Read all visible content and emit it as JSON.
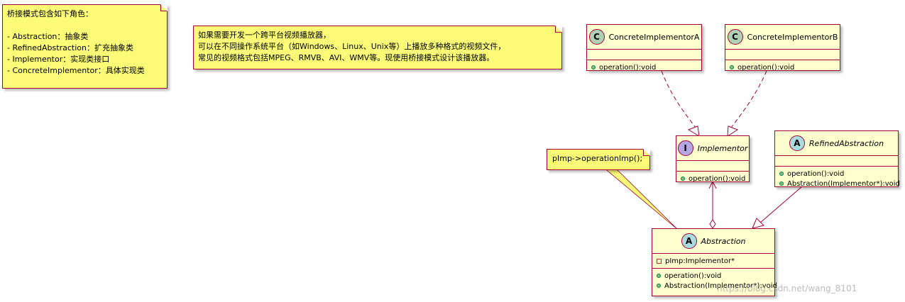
{
  "notes": {
    "roles": {
      "lines": [
        "桥接模式包含如下角色：",
        "",
        "- Abstraction：抽象类",
        "- RefinedAbstraction：扩充抽象类",
        "- Implementor：实现类接口",
        "- ConcreteImplementor：具体实现类"
      ]
    },
    "scenario": {
      "lines": [
        "如果需要开发一个跨平台视频播放器，",
        "可以在不同操作系统平台（如Windows、Linux、Unix等）上播放多种格式的视频文件，",
        "常见的视频格式包括MPEG、RMVB、AVI、WMV等。现使用桥接模式设计该播放器。"
      ]
    },
    "impl_call": {
      "lines": [
        "pImp->operationImp();"
      ]
    }
  },
  "classes": {
    "concrete_a": {
      "stereotype": "C",
      "name": "ConcreteImplementorA",
      "italic": false,
      "fields": [],
      "methods": [
        "operation():void"
      ]
    },
    "concrete_b": {
      "stereotype": "C",
      "name": "ConcreteImplementorB",
      "italic": false,
      "fields": [],
      "methods": [
        "operation():void"
      ]
    },
    "implementor": {
      "stereotype": "I",
      "name": "Implementor",
      "italic": true,
      "fields": [],
      "methods": [
        "operation():void"
      ]
    },
    "refined": {
      "stereotype": "A",
      "name": "RefinedAbstraction",
      "italic": true,
      "fields": [],
      "methods": [
        "operation():void",
        "Abstraction(Implementor*):void"
      ]
    },
    "abstraction": {
      "stereotype": "A",
      "name": "Abstraction",
      "italic": true,
      "fields": [
        "pImp:Implementor*"
      ],
      "methods": [
        "operation():void",
        "Abstraction(Implementor*):void"
      ]
    }
  },
  "relations": [
    {
      "from": "concrete_a",
      "to": "implementor",
      "kind": "realization"
    },
    {
      "from": "concrete_b",
      "to": "implementor",
      "kind": "realization"
    },
    {
      "from": "refined",
      "to": "abstraction",
      "kind": "generalization"
    },
    {
      "from": "abstraction",
      "to": "implementor",
      "kind": "aggregation"
    }
  ],
  "colors": {
    "border": "#a80036",
    "note_fill": "#fbfb77",
    "class_fill": "#fefece",
    "class_circle": "#add1b2",
    "abstract_circle": "#a9dcdf",
    "interface_circle": "#b4a7e5"
  },
  "watermark": "https://blog.csdn.net/wang_8101"
}
